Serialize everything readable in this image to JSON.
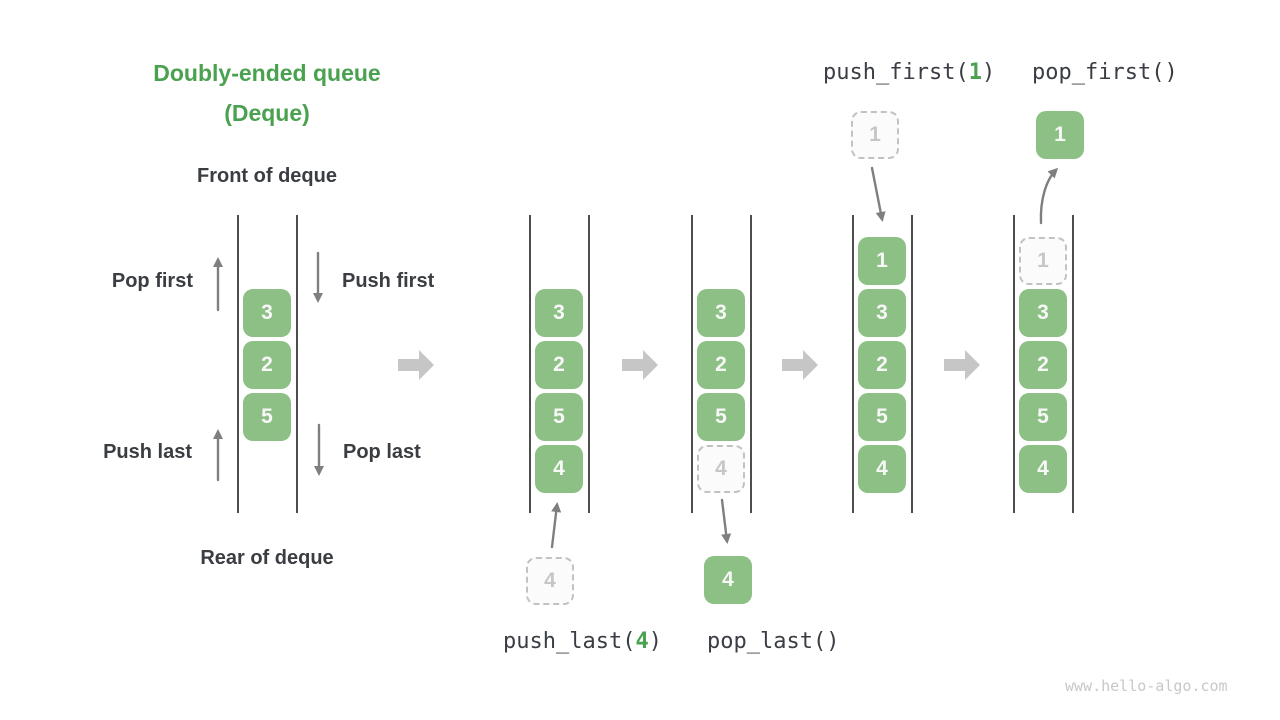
{
  "title": {
    "line1": "Doubly-ended queue",
    "line2": "(Deque)"
  },
  "deque_labels": {
    "front": "Front of deque",
    "rear": "Rear of deque"
  },
  "op_labels": {
    "pop_first": "Pop first",
    "push_first": "Push first",
    "push_last": "Push last",
    "pop_last": "Pop last"
  },
  "code_labels": {
    "push_first": {
      "prefix": "push_first(",
      "arg": "1",
      "suffix": ")"
    },
    "pop_first": {
      "text": "pop_first()"
    },
    "push_last": {
      "prefix": "push_last(",
      "arg": "4",
      "suffix": ")"
    },
    "pop_last": {
      "text": "pop_last()"
    }
  },
  "deques": [
    {
      "id": "initial",
      "items": [
        "3",
        "2",
        "5"
      ]
    },
    {
      "id": "push-last-step",
      "items": [
        "3",
        "2",
        "5",
        "4"
      ],
      "incoming": "4"
    },
    {
      "id": "pop-last-step",
      "items": [
        "3",
        "2",
        "5"
      ],
      "ghost": "4",
      "popped": "4"
    },
    {
      "id": "push-first-step",
      "items": [
        "1",
        "3",
        "2",
        "5",
        "4"
      ],
      "incoming": "1"
    },
    {
      "id": "pop-first-step",
      "items": [
        "3",
        "2",
        "5",
        "4"
      ],
      "ghost": "1",
      "popped": "1"
    }
  ],
  "watermark": "www.hello-algo.com",
  "colors": {
    "title_green": "#4aa14f",
    "code_arg_green": "#4aa14f",
    "box_green": "#8cc084",
    "box_text": "#f8f8f8",
    "ghost_border": "#c2c2c2",
    "ghost_bg": "#fbfbfb",
    "ghost_text": "#c6c6c6",
    "wall_gray": "#4d4d4d",
    "arrow_gray": "#7f7f7f",
    "block_arrow_gray": "#c6c6c6",
    "label_dark": "#3a3d41",
    "code_dark": "#3a3e44",
    "watermark_gray": "#c8c8c8"
  }
}
